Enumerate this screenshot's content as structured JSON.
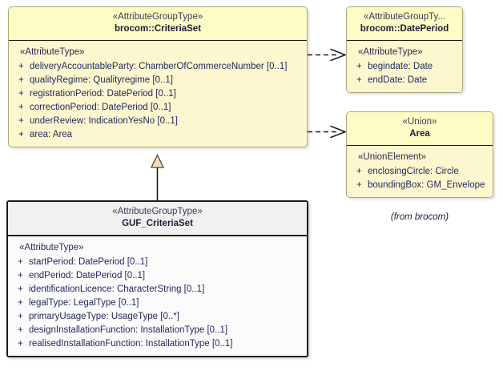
{
  "diagram": {
    "type": "uml-class-diagram",
    "background": "#ffffff",
    "palette": {
      "class_fill": "#fcf7cf",
      "class_header_fill": "#fcfcc4",
      "class_border": "#1d1d1d",
      "selected_header_fill": "#f1f1f1",
      "selected_body_fill": "#fbfbfc",
      "selected_border": "#1b1b1b",
      "text": "#24295c",
      "stereotype_text": "#3a3a55",
      "generalization_fill": "#f6ddb7"
    }
  },
  "classes": {
    "criteria_set": {
      "stereotype": "«AttributeGroupType»",
      "name": "brocom::CriteriaSet",
      "group_stereotype": "«AttributeType»",
      "attributes": [
        {
          "visibility": "+",
          "text": "deliveryAccountableParty: ChamberOfCommerceNumber [0..1]"
        },
        {
          "visibility": "+",
          "text": "qualityRegime: Qualityregime [0..1]"
        },
        {
          "visibility": "+",
          "text": "registrationPeriod: DatePeriod [0..1]"
        },
        {
          "visibility": "+",
          "text": "correctionPeriod: DatePeriod [0..1]"
        },
        {
          "visibility": "+",
          "text": "underReview: IndicationYesNo [0..1]"
        },
        {
          "visibility": "+",
          "text": "area: Area"
        }
      ]
    },
    "date_period": {
      "stereotype": "«AttributeGroupTy...",
      "name": "brocom::DatePeriod",
      "group_stereotype": "«AttributeType»",
      "attributes": [
        {
          "visibility": "+",
          "text": "begindate: Date"
        },
        {
          "visibility": "+",
          "text": "endDate: Date"
        }
      ]
    },
    "area": {
      "stereotype": "«Union»",
      "name": "Area",
      "group_stereotype": "«UnionElement»",
      "attributes": [
        {
          "visibility": "+",
          "text": "enclosingCircle: Circle"
        },
        {
          "visibility": "+",
          "text": "boundingBox: GM_Envelope"
        }
      ],
      "from_note": "(from brocom)"
    },
    "guf_criteria_set": {
      "stereotype": "«AttributeGroupType»",
      "name": "GUF_CriteriaSet",
      "group_stereotype": "«AttributeType»",
      "selected": true,
      "attributes": [
        {
          "visibility": "+",
          "text": "startPeriod: DatePeriod [0..1]"
        },
        {
          "visibility": "+",
          "text": "endPeriod: DatePeriod [0..1]"
        },
        {
          "visibility": "+",
          "text": "identificationLicence: CharacterString [0..1]"
        },
        {
          "visibility": "+",
          "text": "legalType: LegalType [0..1]"
        },
        {
          "visibility": "+",
          "text": "primaryUsageType: UsageType [0..*]"
        },
        {
          "visibility": "+",
          "text": "designInstallationFunction: InstallationType [0..1]"
        },
        {
          "visibility": "+",
          "text": "realisedInstallationFunction: InstallationType [0..1]"
        }
      ]
    }
  },
  "relationships": [
    {
      "kind": "generalization",
      "from": "GUF_CriteriaSet",
      "to": "brocom::CriteriaSet",
      "label": ""
    },
    {
      "kind": "dependency",
      "from": "brocom::CriteriaSet",
      "to": "brocom::DatePeriod",
      "label": ""
    },
    {
      "kind": "dependency",
      "from": "brocom::CriteriaSet",
      "to": "Area",
      "label": ""
    }
  ]
}
